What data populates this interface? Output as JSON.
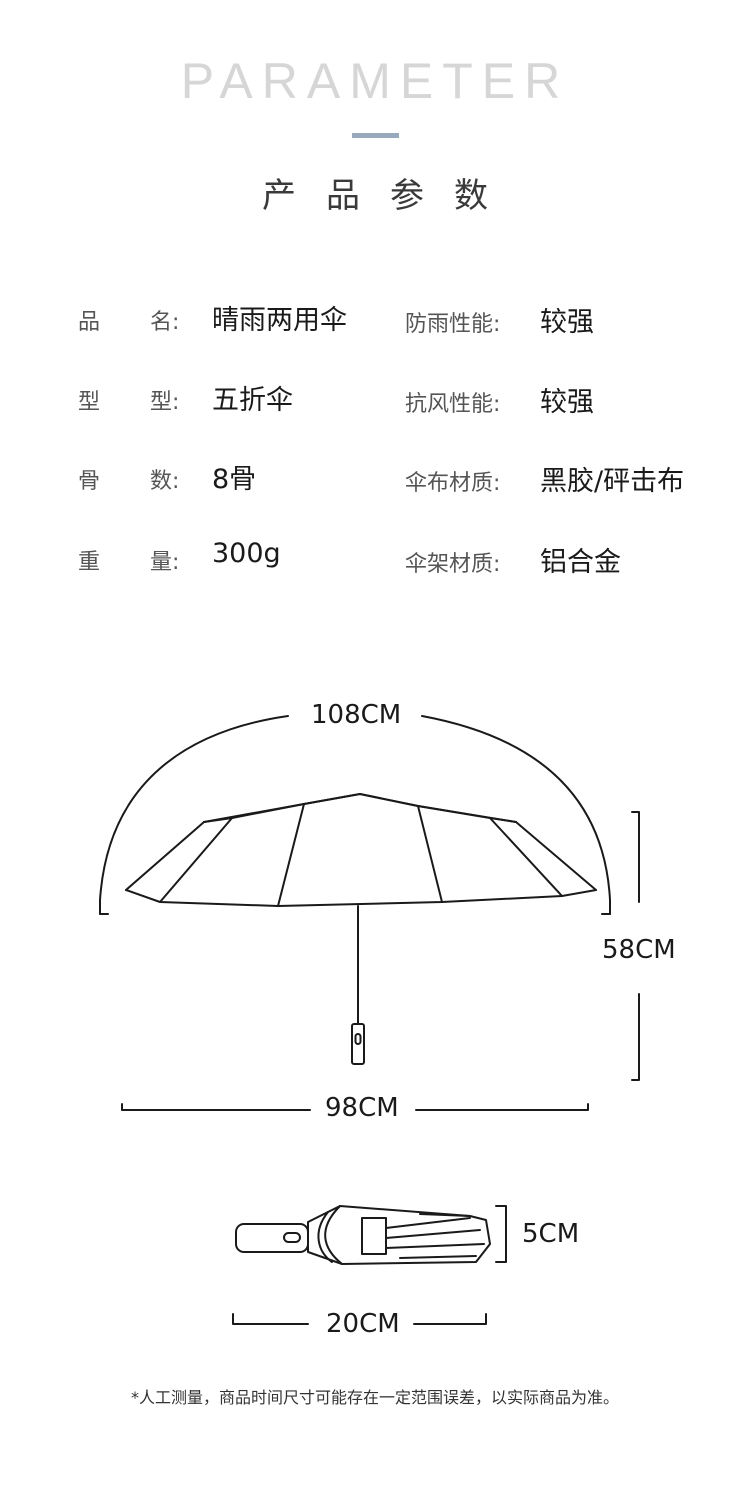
{
  "header": {
    "title_en": "PARAMETER",
    "title_cn": "产品参数",
    "accent_color": "#98a9bd"
  },
  "params": {
    "left": [
      {
        "label_a": "品",
        "label_b": "名:",
        "value": "晴雨两用伞"
      },
      {
        "label_a": "型",
        "label_b": "型:",
        "value": "五折伞"
      },
      {
        "label_a": "骨",
        "label_b": "数:",
        "value": "8骨"
      },
      {
        "label_a": "重",
        "label_b": "量:",
        "value": "300g"
      }
    ],
    "right": [
      {
        "label": "防雨性能:",
        "value": "较强"
      },
      {
        "label": "抗风性能:",
        "value": "较强"
      },
      {
        "label": "伞布材质:",
        "value": "黑胶/砰击布"
      },
      {
        "label": "伞架材质:",
        "value": "铝合金"
      }
    ]
  },
  "dimensions": {
    "arc": "108CM",
    "height": "58CM",
    "width": "98CM",
    "folded_diameter": "5CM",
    "folded_length": "20CM"
  },
  "footer": {
    "note": "*人工测量，商品时间尺寸可能存在一定范围误差，以实际商品为准。"
  }
}
